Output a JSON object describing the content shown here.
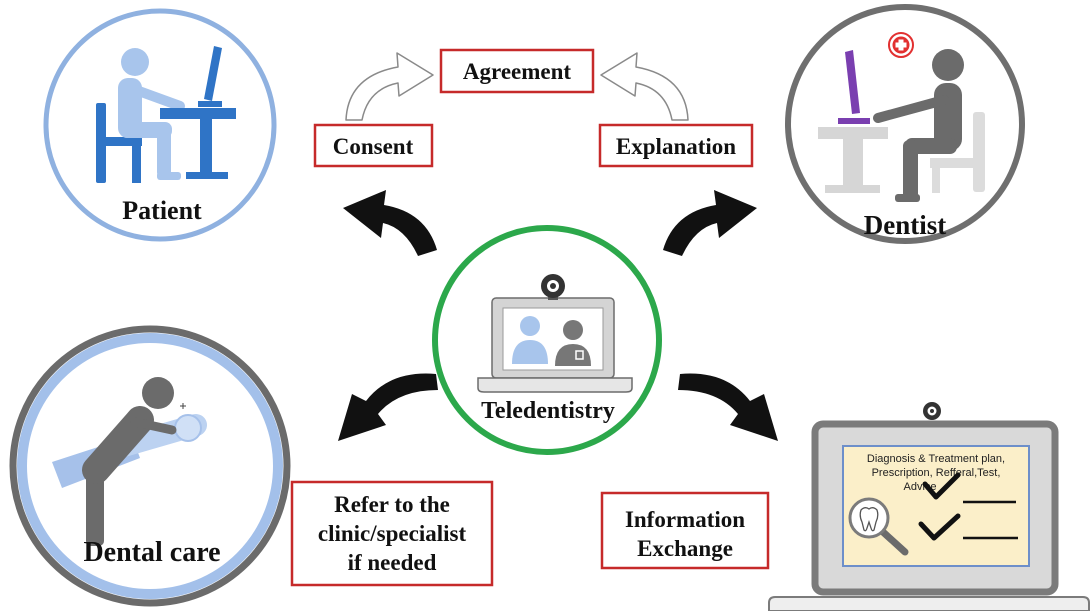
{
  "nodes": {
    "patient": {
      "label": "Patient"
    },
    "dentist": {
      "label": "Dentist"
    },
    "teledentistry": {
      "label": "Teledentistry"
    },
    "dental_care": {
      "label": "Dental care"
    }
  },
  "boxes": {
    "agreement": "Agreement",
    "consent": "Consent",
    "explanation": "Explanation",
    "refer": [
      "Refer to the",
      "clinic/specialist",
      "if needed"
    ],
    "information_exchange": [
      "Information",
      "Exchange"
    ]
  },
  "laptop_screen": {
    "lines": [
      "Diagnosis & Treatment plan,",
      "Prescription, Refferal,Test,",
      "Advice"
    ]
  },
  "icons": [
    "patient-at-computer-icon",
    "dentist-at-computer-icon",
    "medical-cross-icon",
    "video-call-laptop-icon",
    "webcam-icon",
    "dental-treatment-icon",
    "tooth-magnifier-icon",
    "checkmark-icon"
  ],
  "colors": {
    "box_border": "#c62a2a",
    "patient_ring": "#8fb1e0",
    "dentist_ring": "#6f6f6f",
    "teledentistry_ring": "#2ca84b",
    "dental_care_outer_ring": "#6b6b6b",
    "dental_care_inner_ring": "#a3c0ea",
    "screen_panel_border": "#6d8fca"
  }
}
